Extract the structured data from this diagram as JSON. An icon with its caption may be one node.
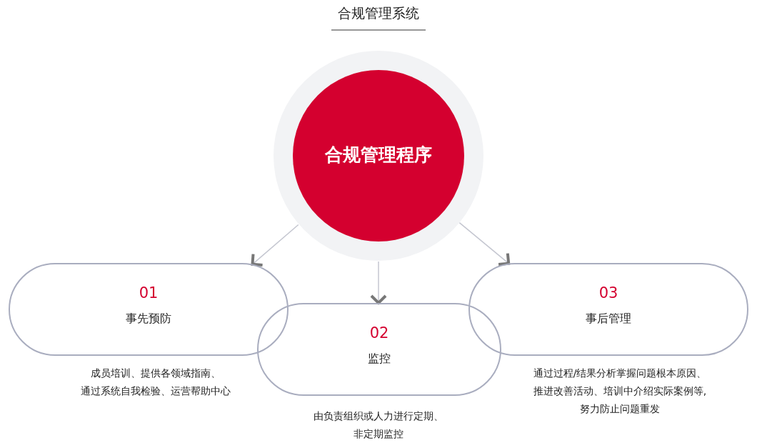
{
  "diagram": {
    "title": "合规管理系统",
    "nodes": [
      {
        "text": [
          "合规管理程序"
        ]
      },
      {
        "text": [
          "01",
          "事先预防"
        ],
        "beside": [
          "成员培训、提供各领域指南、通过系统自我检验、运营帮助中心"
        ]
      },
      {
        "text": [
          "02",
          "监控"
        ],
        "beside": [
          "由负责组织或人力进行定期、非定期监控"
        ]
      },
      {
        "text": [
          "03",
          "事后管理"
        ],
        "beside": [
          "通过过程/结果分析掌握问题根本原因、推进改善活动、培训中介绍实际案例等,努力防止问题重发"
        ]
      }
    ],
    "edges": [
      {
        "from": 0,
        "to": 1,
        "arrow": "to"
      },
      {
        "from": 0,
        "to": 2,
        "arrow": "to"
      },
      {
        "from": 0,
        "to": 3,
        "arrow": "to"
      }
    ]
  }
}
